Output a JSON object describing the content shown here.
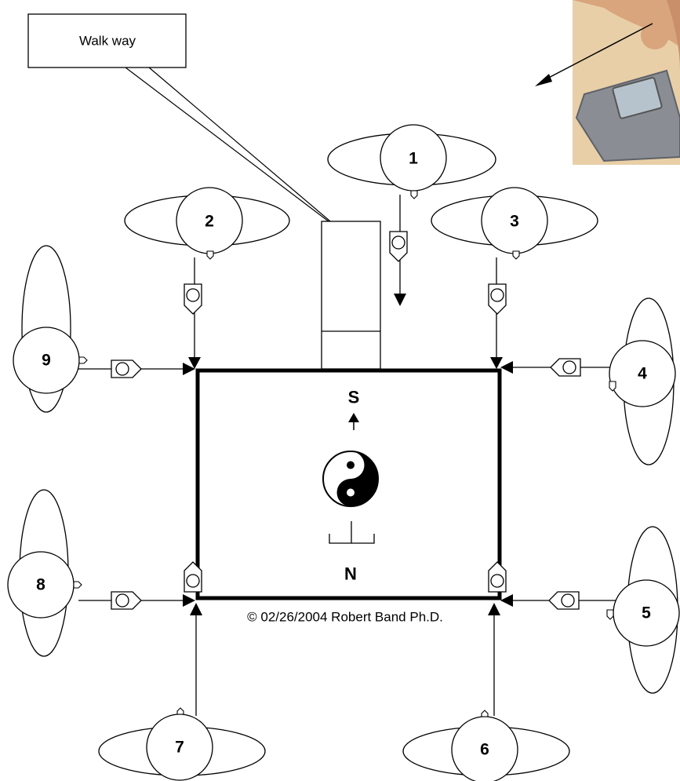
{
  "callout": {
    "text": "Walk way"
  },
  "compass": {
    "south": "S",
    "north": "N"
  },
  "copyright": "© 02/26/2004 Robert Band Ph.D.",
  "stations": [
    {
      "label": "1"
    },
    {
      "label": "2"
    },
    {
      "label": "3"
    },
    {
      "label": "4"
    },
    {
      "label": "5"
    },
    {
      "label": "6"
    },
    {
      "label": "7"
    },
    {
      "label": "8"
    },
    {
      "label": "9"
    }
  ],
  "icons": {
    "yin_yang": "yin-yang-symbol",
    "device": "handheld-device-photo",
    "camera": "camera-icon"
  }
}
